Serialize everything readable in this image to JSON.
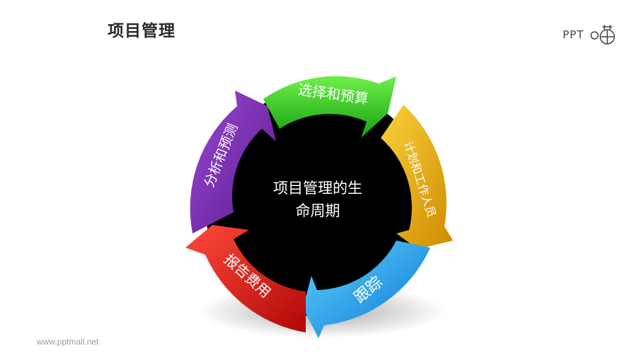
{
  "header": {
    "title": "项目管理"
  },
  "logo": {
    "text": "PPT",
    "icon": "ppt-logo-icon"
  },
  "footer": {
    "url": "www.pptmall.net"
  },
  "diagram": {
    "center": {
      "line1": "项目管理的生",
      "line2": "命周期"
    },
    "segments": [
      {
        "label": "选择和预算",
        "color": "#22c41a"
      },
      {
        "label": "计划和工作人员",
        "color": "#e8a800"
      },
      {
        "label": "跟踪",
        "color": "#1aa0e8"
      },
      {
        "label": "报告费用",
        "color": "#e01414"
      },
      {
        "label": "分析和预测",
        "color": "#7a2fb0"
      }
    ]
  }
}
